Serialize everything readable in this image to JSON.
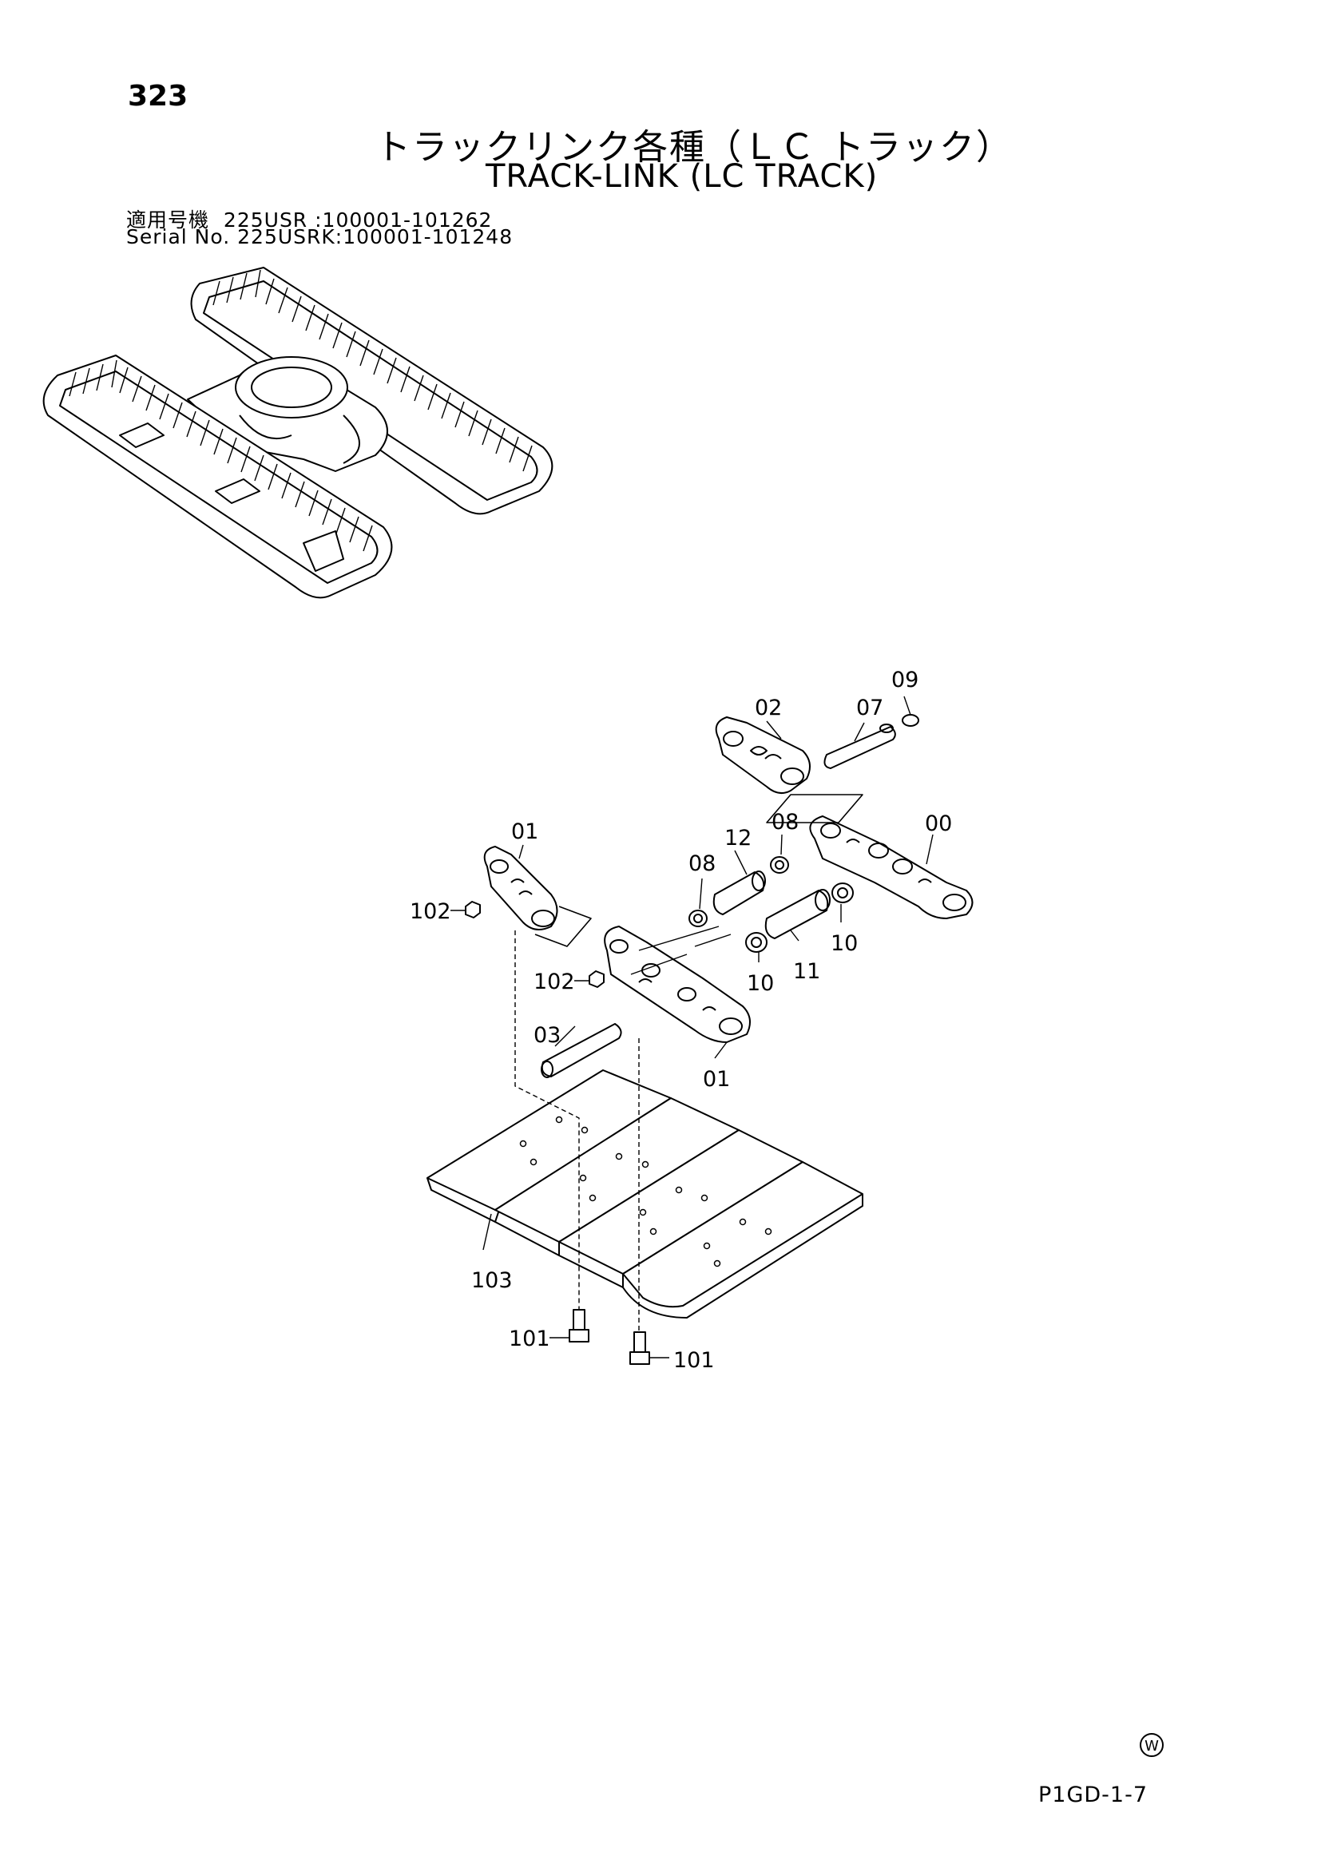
{
  "page_number": "323",
  "title_jp": "トラックリンク各種（ＬＣ トラック）",
  "title_en": "TRACK-LINK (LC TRACK)",
  "serial": {
    "row1_label": "適用号機",
    "row1_value": "225USR :100001-101262",
    "row2_label": "Serial No.",
    "row2_value": "225USRK:100001-101248"
  },
  "callouts": {
    "c09": "09",
    "c02": "02",
    "c07": "07",
    "c01a": "01",
    "c12": "12",
    "c08a": "08",
    "c08b": "08",
    "c00": "00",
    "c102a": "102",
    "c102b": "102",
    "c10a": "10",
    "c10b": "10",
    "c11": "11",
    "c03": "03",
    "c01b": "01",
    "c103": "103",
    "c101a": "101",
    "c101b": "101"
  },
  "watermark_symbol": "W",
  "reference_code": "P1GD-1-7"
}
